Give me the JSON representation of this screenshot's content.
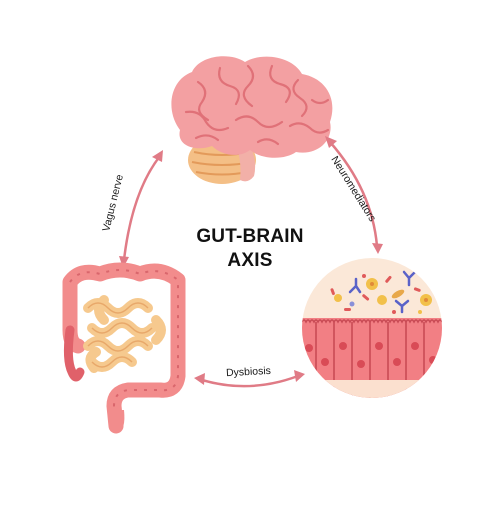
{
  "title": {
    "line1": "GUT-BRAIN",
    "line2": "AXIS"
  },
  "labels": {
    "left_arrow": "Vagus nerve",
    "right_arrow": "Neuromediators",
    "bottom_arrow": "Dysbiosis"
  },
  "nodes": {
    "top": "brain-icon",
    "bottom_left": "intestine-icon",
    "bottom_right": "gut-microbiota-icon"
  },
  "colors": {
    "arrow": "#e07b86",
    "brain": "#f3a0a2",
    "cerebellum": "#f4bf86",
    "intestine_outer": "#f28c8c",
    "small_intestine": "#f6c98e",
    "microbiota_bg": "#fbe8d8",
    "cells": "#f27f84",
    "nucleus": "#d94b56"
  }
}
